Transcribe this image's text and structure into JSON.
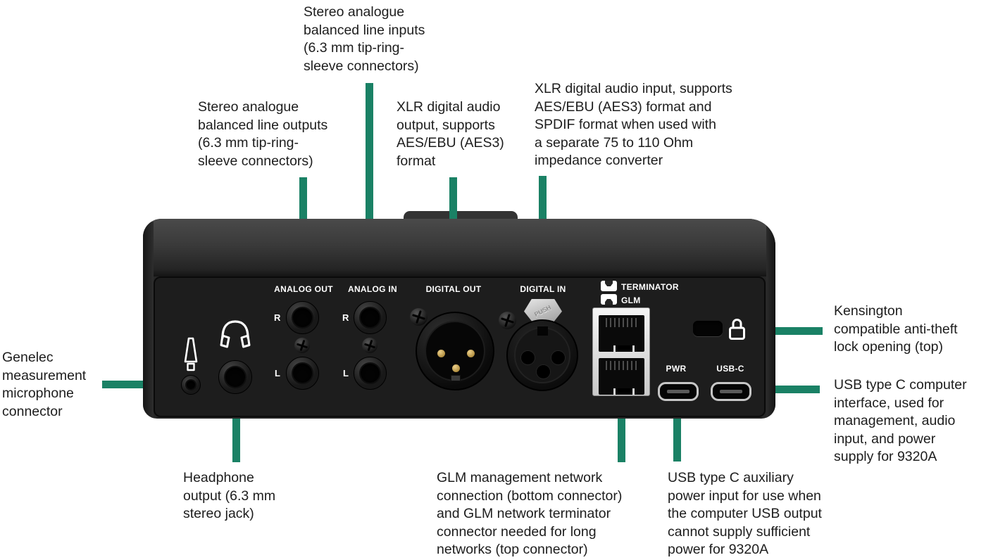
{
  "meta": {
    "description": "Genelec 9320A reference controller rear panel connection diagram"
  },
  "colors": {
    "arrow_green": "#1a8165",
    "panel_black": "#1d1d1d",
    "bevel_gray": "#3a3a3a",
    "text_dark": "#1d1d1d",
    "label_white": "#ffffff",
    "pin_gold": "#c9a13b"
  },
  "callouts": {
    "line_inputs": "Stereo analogue\nbalanced line inputs\n(6.3 mm tip-ring-\nsleeve connectors)",
    "line_outputs": "Stereo analogue\nbalanced line outputs\n(6.3 mm tip-ring-\nsleeve connectors)",
    "digital_out": "XLR digital audio\noutput, supports\nAES/EBU (AES3)\nformat",
    "digital_in": "XLR digital audio input, supports\nAES/EBU (AES3) format and\nSPDIF format when used with\na separate 75 to 110 Ohm\nimpedance converter",
    "microphone": "Genelec\nmeasurement\nmicrophone\nconnector",
    "headphone": "Headphone\noutput (6.3 mm\nstereo jack)",
    "glm_network": "GLM management network\nconnection (bottom connector)\nand GLM network terminator\nconnector needed for long\nnetworks (top connector)",
    "usb_aux": "USB type C auxiliary\npower input for use when\nthe computer USB output\ncannot supply sufficient\npower for 9320A",
    "kensington": "Kensington\ncompatible anti-theft\nlock opening (top)",
    "usb_computer": "USB type C computer\ninterface, used for\nmanagement, audio\ninput, and power\nsupply for 9320A"
  },
  "panel_labels": {
    "analog_out": "ANALOG OUT",
    "analog_in": "ANALOG IN",
    "digital_out": "DIGITAL OUT",
    "digital_in": "DIGITAL IN",
    "terminator": "TERMINATOR",
    "glm": "GLM",
    "pwr": "PWR",
    "usb_c": "USB-C",
    "right_channel": "R",
    "left_channel": "L",
    "push": "PUSH"
  }
}
